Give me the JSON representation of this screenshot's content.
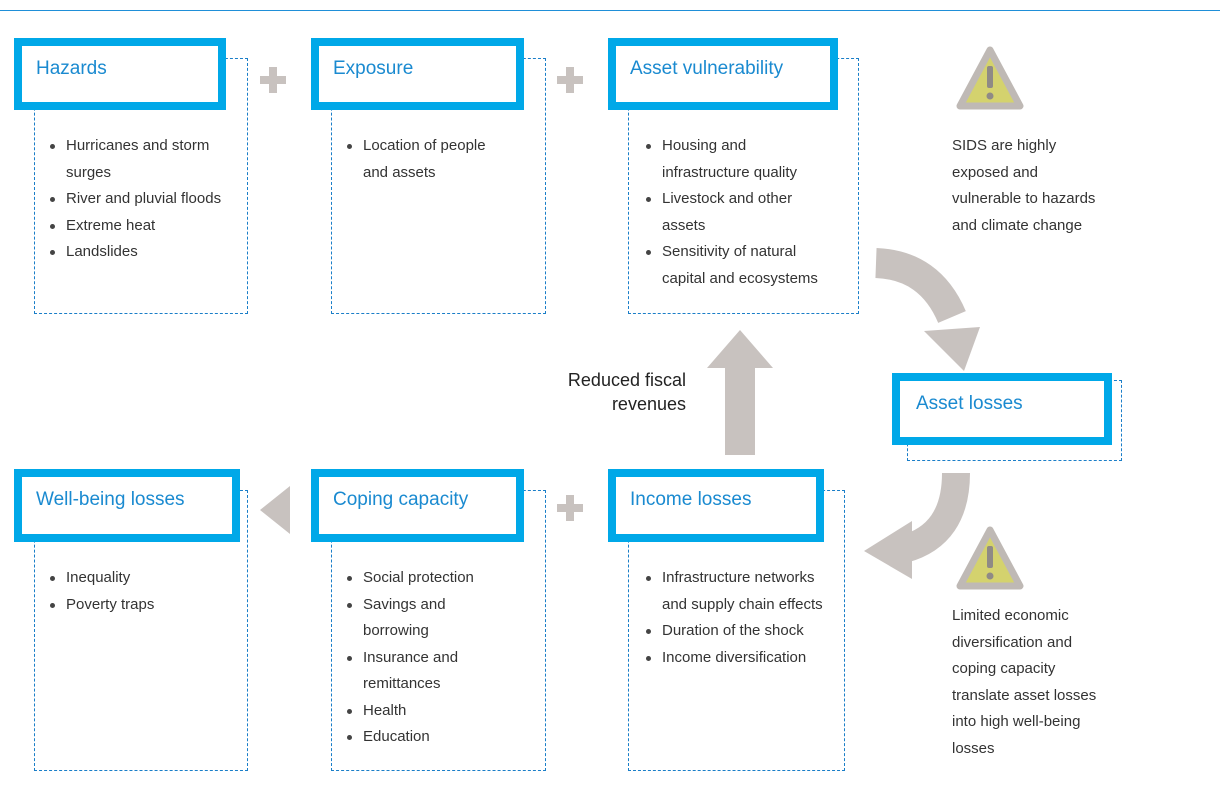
{
  "boxes": {
    "hazards": {
      "title": "Hazards",
      "items": [
        "Hurricanes and storm surges",
        "River and pluvial floods",
        "Extreme heat",
        "Landslides"
      ]
    },
    "exposure": {
      "title": "Exposure",
      "items": [
        "Location of people and assets"
      ]
    },
    "vulnerability": {
      "title": "Asset vulnerability",
      "items": [
        "Housing and infrastructure quality",
        "Livestock and other assets",
        "Sensitivity of natural capital and ecosystems"
      ]
    },
    "asset_losses": {
      "title": "Asset losses"
    },
    "income_losses": {
      "title": "Income losses",
      "items": [
        "Infrastructure networks and supply chain effects",
        "Duration of the shock",
        "Income diversification"
      ]
    },
    "coping": {
      "title": "Coping capacity",
      "items": [
        "Social protection",
        "Savings and borrowing",
        "Insurance and remittances",
        "Health",
        "Education"
      ]
    },
    "wellbeing": {
      "title": "Well-being losses",
      "items": [
        "Inequality",
        "Poverty traps"
      ]
    }
  },
  "fiscal_label": "Reduced fiscal revenues",
  "notes": {
    "top": "SIDS are highly exposed and vulnerable to hazards and climate change",
    "bottom": "Limited economic diversification and coping capacity translate asset losses into high well-being losses"
  },
  "colors": {
    "accent": "#00a8e8",
    "title_text": "#1a8ad0",
    "arrow_gray": "#c8c2bf",
    "warning_fill": "#d4d26e"
  }
}
